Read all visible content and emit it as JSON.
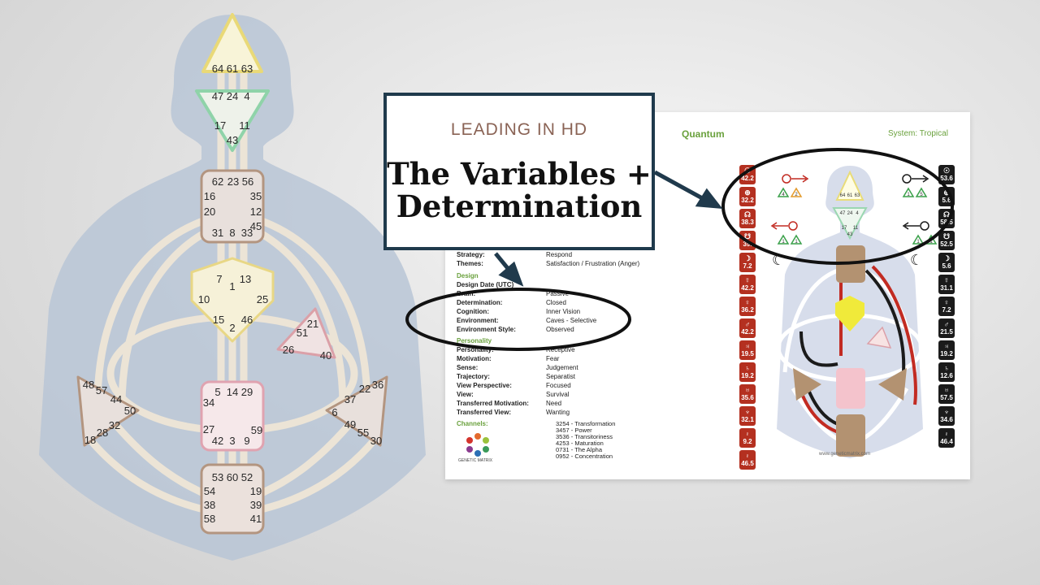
{
  "title_box": {
    "overline": "LEADING IN HD",
    "main_line1": "The Variables +",
    "main_line2": "Determination"
  },
  "large_chart": {
    "head": [
      "64",
      "61",
      "63"
    ],
    "ajna": [
      "47",
      "24",
      "4",
      "17",
      "11",
      "43"
    ],
    "throat": [
      "62",
      "23",
      "56",
      "16",
      "35",
      "20",
      "12",
      "45",
      "31",
      "8",
      "33"
    ],
    "g": [
      "7",
      "1",
      "13",
      "10",
      "25",
      "15",
      "2",
      "46"
    ],
    "ego": [
      "21",
      "51",
      "26",
      "40"
    ],
    "spleen": [
      "48",
      "57",
      "44",
      "50",
      "32",
      "28",
      "18"
    ],
    "sacral": [
      "5",
      "14",
      "29",
      "34",
      "27",
      "59",
      "42",
      "3",
      "9"
    ],
    "solar_plexus": [
      "36",
      "22",
      "37",
      "6",
      "49",
      "55",
      "30"
    ],
    "root": [
      "53",
      "60",
      "52",
      "54",
      "19",
      "38",
      "39",
      "58",
      "41"
    ]
  },
  "chart_card": {
    "header_left": "Quantum",
    "header_right": "System: Tropical",
    "rows_top": [
      {
        "k": "Strategy:",
        "v": "Respond"
      },
      {
        "k": "Themes:",
        "v": "Satisfaction / Frustration (Anger)"
      }
    ],
    "design_label": "Design",
    "rows_design": [
      {
        "k": "Design Date (UTC)",
        "v": ""
      },
      {
        "k": "Brain:",
        "v": "Passive"
      },
      {
        "k": "Determination:",
        "v": "Closed"
      },
      {
        "k": "Cognition:",
        "v": "Inner Vision"
      },
      {
        "k": "Environment:",
        "v": "Caves - Selective"
      },
      {
        "k": "Environment Style:",
        "v": "Observed"
      }
    ],
    "personality_label": "Personality",
    "rows_personality": [
      {
        "k": "Personality:",
        "v": "Receptive"
      },
      {
        "k": "Motivation:",
        "v": "Fear"
      },
      {
        "k": "Sense:",
        "v": "Judgement"
      },
      {
        "k": "Trajectory:",
        "v": "Separatist"
      },
      {
        "k": "View Perspective:",
        "v": "Focused"
      },
      {
        "k": "View:",
        "v": "Survival"
      },
      {
        "k": "Transferred Motivation:",
        "v": "Need"
      },
      {
        "k": "Transferred View:",
        "v": "Wanting"
      }
    ],
    "channels_label": "Channels:",
    "channels": [
      "3254 - Transformation",
      "3457 - Power",
      "3536 - Transitoriness",
      "4253 - Maturation",
      "0731 - The Alpha",
      "0952 - Concentration"
    ],
    "logo_text": "GENETIC MATRIX",
    "website": "www.geneticmatrix.com",
    "mini_head": [
      "64",
      "61",
      "63"
    ],
    "mini_ajna_top": [
      "47",
      "24",
      "4"
    ],
    "mini_ajna_bottom": [
      "17",
      "11",
      "43"
    ],
    "design_planets": [
      "42.2",
      "32.2",
      "38.3",
      "39.",
      "7.2",
      "42.2",
      "36.2",
      "42.2",
      "19.5",
      "19.2",
      "35.6",
      "32.1",
      "9.2",
      "46.5"
    ],
    "personality_planets": [
      "53.6",
      "5.6",
      "58.5",
      "52.5",
      "5.6",
      "31.1",
      "7.2",
      "21.5",
      "19.2",
      "12.6",
      "57.5",
      "34.6",
      "46.4"
    ],
    "arrow_left_top": [
      "4",
      "2"
    ],
    "arrow_left_bottom": [
      "1",
      "1"
    ],
    "arrow_right_top": [
      "1",
      "5"
    ],
    "arrow_right_bottom": [
      "1",
      "1"
    ],
    "colors": {
      "design": "#b43020",
      "personality": "#1b1b1b",
      "accent": "#6aa13d",
      "frame": "#1f3a4c"
    }
  }
}
